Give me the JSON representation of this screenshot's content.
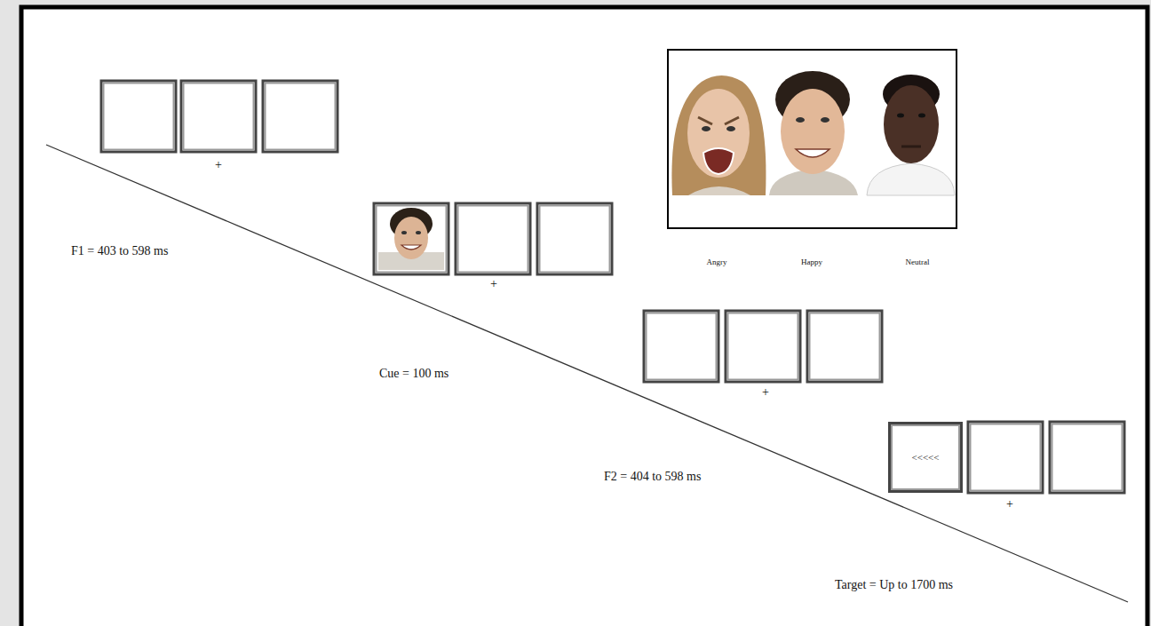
{
  "diagram": {
    "nodes": [
      {
        "text": [
          "Angry",
          "Happy",
          "Neutral"
        ]
      },
      {
        "text": [
          "<<<<<"
        ]
      }
    ],
    "labels": [
      "+",
      "F1 = 403 to 598 ms",
      "+",
      "Cue = 100 ms",
      "+",
      "F2 = 404 to 598 ms",
      "+",
      "Target = Up to 1700 ms"
    ]
  }
}
